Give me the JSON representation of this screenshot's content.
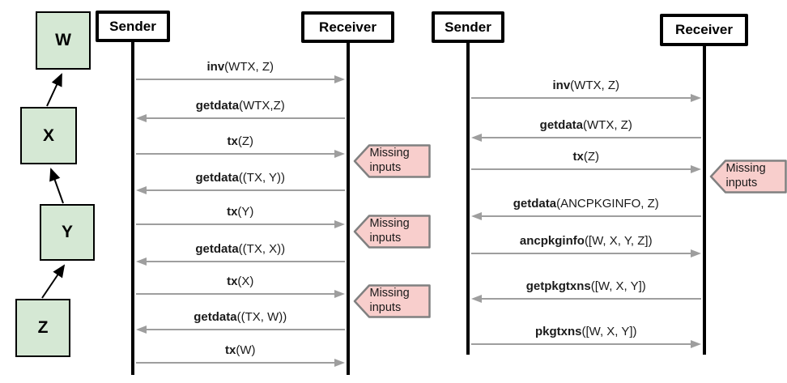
{
  "colors": {
    "chain_node_fill": "#d5e8d4",
    "chain_node_border": "#000000",
    "callout_fill": "#f8cecc",
    "callout_border": "#808080",
    "message_arrow": "#9e9e9e",
    "lifeline": "#000000"
  },
  "chain": {
    "nodes": [
      {
        "label": "W"
      },
      {
        "label": "X"
      },
      {
        "label": "Y"
      },
      {
        "label": "Z"
      }
    ]
  },
  "diagrams": [
    {
      "actors": [
        {
          "label": "Sender"
        },
        {
          "label": "Receiver"
        }
      ],
      "messages": [
        {
          "name": "inv",
          "args": "(WTX, Z)",
          "direction": "right"
        },
        {
          "name": "getdata",
          "args": "(WTX,Z)",
          "direction": "left"
        },
        {
          "name": "tx",
          "args": "(Z)",
          "direction": "right",
          "callout": "Missing inputs"
        },
        {
          "name": "getdata",
          "args": "((TX, Y))",
          "direction": "left"
        },
        {
          "name": "tx",
          "args": "(Y)",
          "direction": "right",
          "callout": "Missing inputs"
        },
        {
          "name": "getdata",
          "args": "((TX, X))",
          "direction": "left"
        },
        {
          "name": "tx",
          "args": "(X)",
          "direction": "right",
          "callout": "Missing inputs"
        },
        {
          "name": "getdata",
          "args": "((TX, W))",
          "direction": "left"
        },
        {
          "name": "tx",
          "args": "(W)",
          "direction": "right"
        }
      ]
    },
    {
      "actors": [
        {
          "label": "Sender"
        },
        {
          "label": "Receiver"
        }
      ],
      "messages": [
        {
          "name": "inv",
          "args": "(WTX, Z)",
          "direction": "right"
        },
        {
          "name": "getdata",
          "args": "(WTX, Z)",
          "direction": "left"
        },
        {
          "name": "tx",
          "args": "(Z)",
          "direction": "right",
          "callout": "Missing inputs"
        },
        {
          "name": "getdata",
          "args": "(ANCPKGINFO, Z)",
          "direction": "left"
        },
        {
          "name": "ancpkginfo",
          "args": "([W, X, Y, Z])",
          "direction": "right"
        },
        {
          "name": "getpkgtxns",
          "args": "([W, X, Y])",
          "direction": "left"
        },
        {
          "name": "pkgtxns",
          "args": "([W, X, Y])",
          "direction": "right"
        }
      ]
    }
  ]
}
